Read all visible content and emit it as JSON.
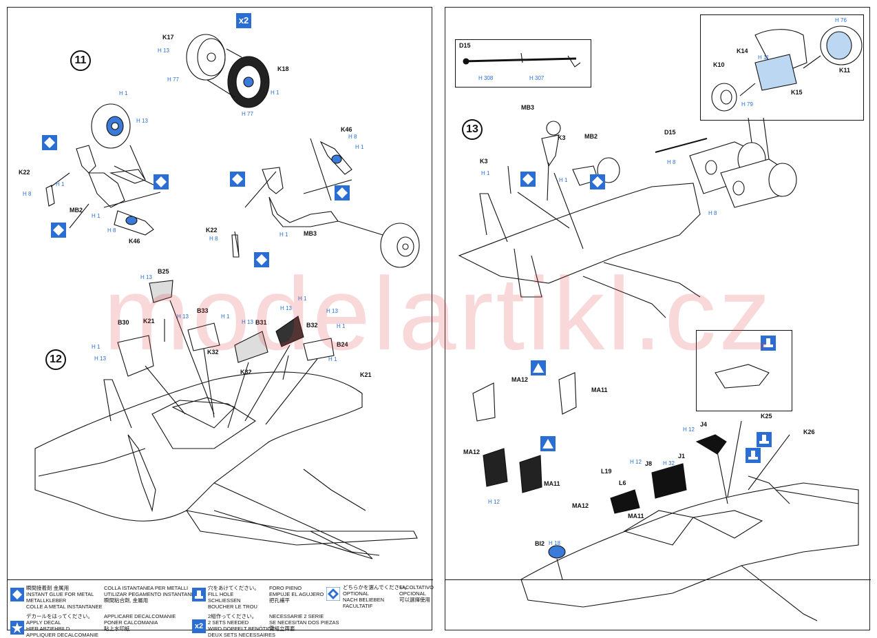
{
  "watermark": "modelartikl.cz",
  "left": {
    "multiplier": "x2",
    "steps": {
      "s11": "11",
      "s12": "12"
    },
    "parts": {
      "k17": "K17",
      "k18": "K18",
      "k22a": "K22",
      "mb2": "MB2",
      "k46a": "K46",
      "k46b": "K46",
      "k22b": "K22",
      "mb3": "MB3",
      "b25": "B25",
      "b30": "B30",
      "k21a": "K21",
      "b33": "B33",
      "b31": "B31",
      "b32": "B32",
      "b24": "B24",
      "k32a": "K32",
      "k32b": "K32",
      "k21b": "K21"
    },
    "colors": {
      "h1": "H 1",
      "h13": "H 13",
      "h77": "H 77",
      "h8": "H 8"
    }
  },
  "right": {
    "steps": {
      "s13": "13"
    },
    "parts": {
      "d15a": "D15",
      "d15b": "D15",
      "k14": "K14",
      "k10": "K10",
      "k11": "K11",
      "k15": "K15",
      "mb3": "MB3",
      "mb2": "MB2",
      "k3a": "K3",
      "k3b": "K3",
      "ma12a": "MA12",
      "ma11a": "MA11",
      "ma12b": "MA12",
      "ma11b": "MA11",
      "k25": "K25",
      "k26": "K26",
      "j4": "J4",
      "j1": "J1",
      "j8": "J8",
      "l19": "L19",
      "l6": "L6",
      "ma12c": "MA12",
      "ma11c": "MA11",
      "bi2": "BI2"
    },
    "colors": {
      "h308": "H 308",
      "h307": "H 307",
      "h76": "H 76",
      "h11": "H 11",
      "h79": "H 79",
      "h8": "H 8",
      "h1": "H 1",
      "h12": "H 12",
      "h32": "H 32",
      "h18": "H 18"
    }
  },
  "legend": {
    "glue": {
      "jp": "瞬間接着剤 金属用",
      "en": "INSTANT GLUE FOR METAL",
      "de": "METALLKLEBER",
      "fr": "COLLE A METAL INSTANTANEE",
      "it": "COLLA ISTANTANEA PER METALLI",
      "es": "UTILIZAR PEGAMENTO INSTANTANEO",
      "cn": "瞬間粘合劑, 金屬用"
    },
    "hole": {
      "jp": "穴をあけてください。",
      "en": "FILL HOLE",
      "de": "SCHLIESSEN",
      "fr": "BOUCHER LE TROU",
      "es": "FORO PIENO",
      "es2": "EMPUJE EL AGUJERO",
      "cn": "把孔補平"
    },
    "optional": {
      "jp": "どちらかを選んでください。",
      "en": "OPTIONAL",
      "de": "NACH BELIEBEN",
      "fr": "FACULTATIF",
      "it": "FACOLTATIVO",
      "es": "OPCIONAL",
      "cn": "可以選擇使用"
    },
    "decal": {
      "jp": "デカールをはってください。",
      "en": "APPLY DECAL",
      "de": "HIER ABZIEHBILD",
      "fr": "APPLIQUER DECALCOMANIE",
      "it": "APPLICARE DECALCOMANIE",
      "es": "PONER CALCOMANIA",
      "cn": "貼上水印紙"
    },
    "twosets": {
      "badge": "x2",
      "jp": "2組作ってください。",
      "en": "2 SETS NEEDED",
      "de": "WIRD DOPPELT BENÖTIGT",
      "fr": "DEUX SETS NECESSAIRES",
      "it": "NECESSARIE 2 SERIE",
      "es": "SE NECESITAN DOS PIEZAS",
      "cn": "需組立兩套"
    }
  }
}
